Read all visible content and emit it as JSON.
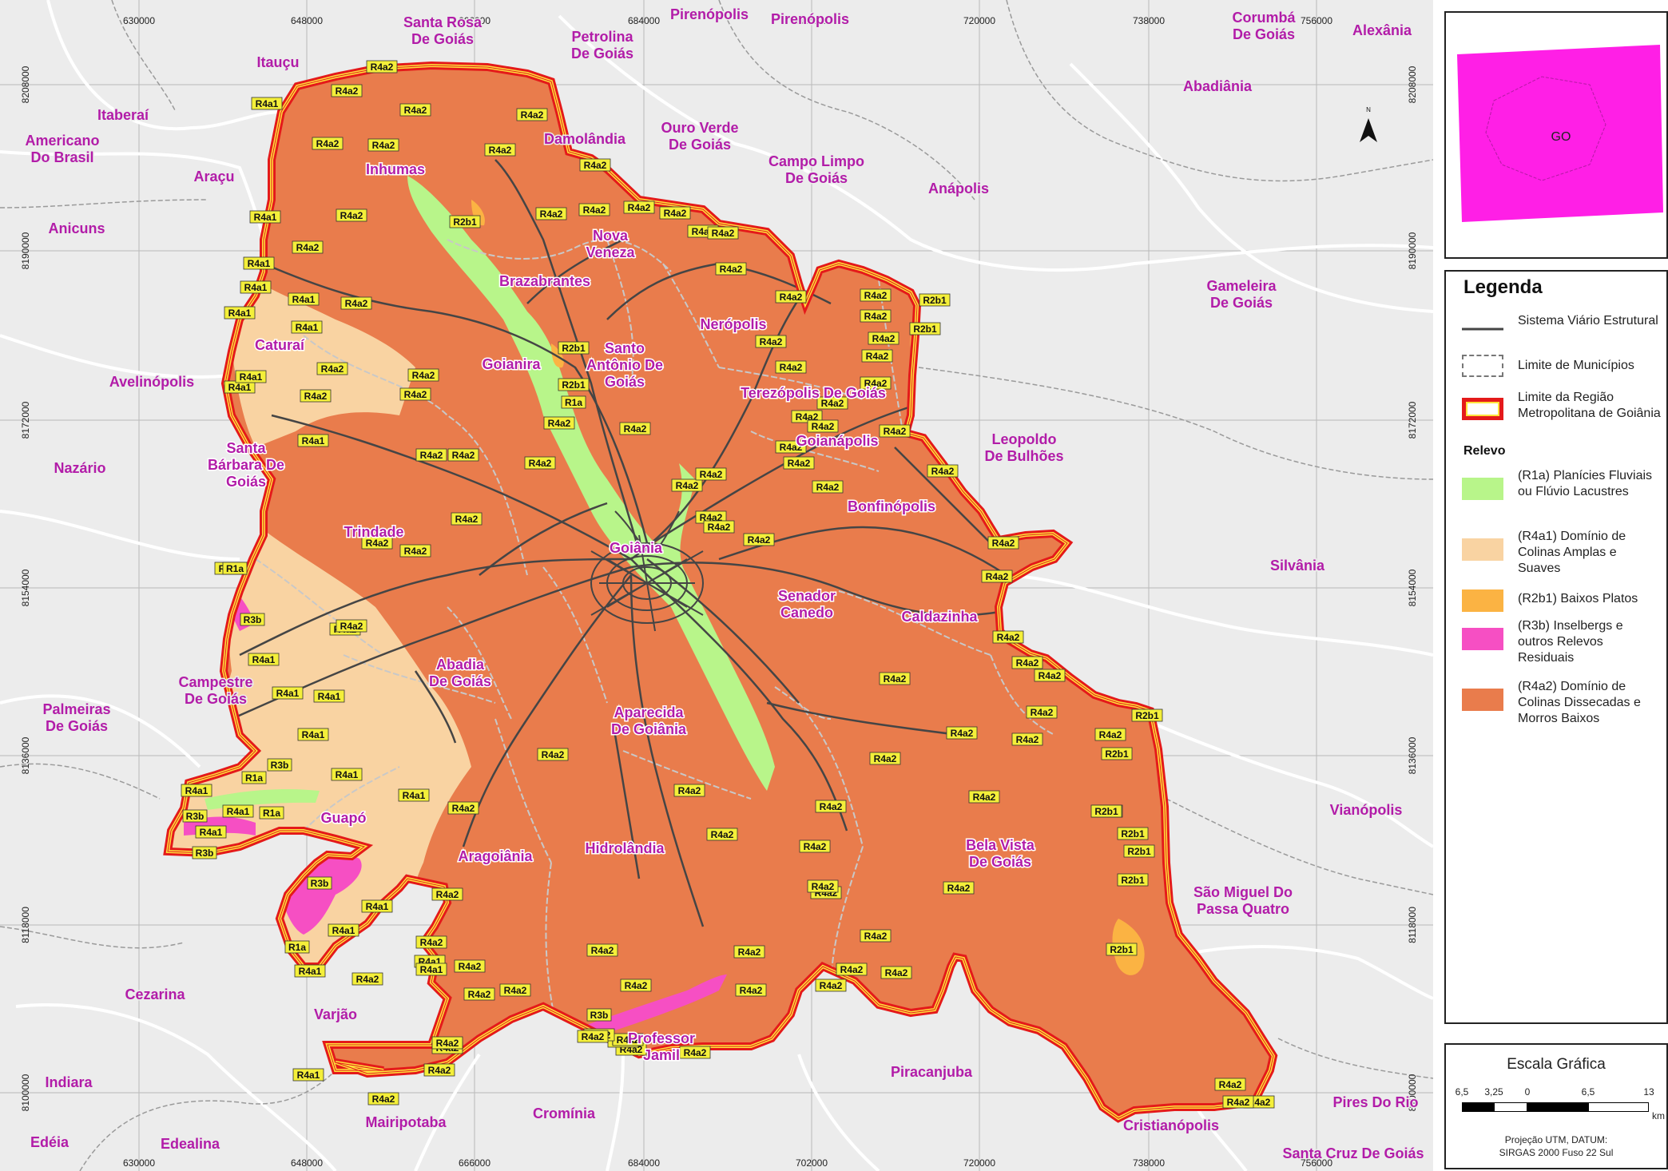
{
  "legend": {
    "title": "Legenda",
    "items": [
      {
        "label": "Sistema Viário Estrutural"
      },
      {
        "label": "Limite de Municípios"
      },
      {
        "label": "Limite da Região Metropolitana de Goiânia"
      }
    ],
    "relevo_title": "Relevo",
    "relevo": [
      {
        "label": "(R1a) Planícies Fluviais ou Flúvio Lacustres",
        "color": "#b8f58a"
      },
      {
        "label": "(R4a1) Domínio de Colinas Amplas e Suaves",
        "color": "#f9d3a2"
      },
      {
        "label": "(R2b1) Baixos Platos",
        "color": "#fbb343"
      },
      {
        "label": "(R3b) Inselbergs e outros Relevos Residuais",
        "color": "#f64fc3"
      },
      {
        "label": "(R4a2) Domínio de Colinas Dissecadas e Morros Baixos",
        "color": "#e97c4c"
      }
    ]
  },
  "inset": {
    "label": "GO",
    "color": "#ff1fe6"
  },
  "north": "N",
  "scale": {
    "title": "Escala Gráfica",
    "ticks": [
      "6,5",
      "3,25",
      "0",
      "6,5",
      "13"
    ],
    "unit": "km",
    "note_line1": "Projeção UTM, DATUM:",
    "note_line2": "SIRGAS 2000 Fuso 22 Sul"
  },
  "grid": {
    "x_top": [
      "630000",
      "648000",
      "666000",
      "684000",
      "702000",
      "720000",
      "738000",
      "756000"
    ],
    "x_bottom": [
      "630000",
      "648000",
      "666000",
      "684000",
      "702000",
      "720000",
      "738000",
      "756000"
    ],
    "y_left": [
      "8208000",
      "8190000",
      "8172000",
      "8154000",
      "8136000",
      "8118000",
      "8100000"
    ],
    "y_right": [
      "8208000",
      "8190000",
      "8172000",
      "8154000",
      "8136000",
      "8118000",
      "8100000"
    ]
  },
  "places_inside": [
    "Inhumas",
    "Brazabrantes",
    "Nova Veneza",
    "Nerópolis",
    "Caturaí",
    "Goianira",
    "Santo Antônio De Goiás",
    "Terezópolis De Goiás",
    "Goianápolis",
    "Bonfinópolis",
    "Trindade",
    "Goiânia",
    "Senador Canedo",
    "Caldazinha",
    "Abadia De Goiás",
    "Aparecida De Goiânia",
    "Guapó",
    "Aragoiânia",
    "Hidrolândia",
    "Bela Vista De Goiás",
    "Santa Bárbara De Goiás",
    "Professor Jamil"
  ],
  "places_outside": [
    "Santa Rosa De Goiás",
    "Petrolina De Goiás",
    "Pirenópolis",
    "Pirenópolis",
    "Corumbá De Goiás",
    "Alexânia",
    "Itauçu",
    "Abadiânia",
    "Itaberaí",
    "Americano Do Brasil",
    "Damolândia",
    "Ouro Verde De Goiás",
    "Campo Limpo De Goiás",
    "Araçu",
    "Anápolis",
    "Anicuns",
    "Gameleira De Goiás",
    "Avelinópolis",
    "Leopoldo De Bulhões",
    "Nazário",
    "Silvânia",
    "Campestre De Goiás",
    "Palmeiras De Goiás",
    "Vianópolis",
    "São Miguel Do Passa Quatro",
    "Cezarina",
    "Varjão",
    "Piracanjuba",
    "Indiara",
    "Mairipotaba",
    "Cromínia",
    "Cristianópolis",
    "Pires Do Rio",
    "Edéia",
    "Edealina",
    "Santa Cruz De Goiás"
  ],
  "codes": {
    "r4a2": "R4a2",
    "r4a1": "R4a1",
    "r2b1": "R2b1",
    "r3b": "R3b",
    "r1a": "R1a"
  }
}
